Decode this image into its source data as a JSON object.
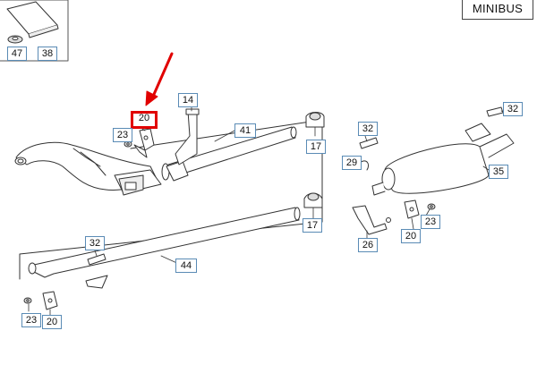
{
  "variant_label": "MINIBUS",
  "colors": {
    "line": "#333333",
    "callout_border": "#5a8bb5",
    "highlight": "#e10000"
  },
  "part_numbers": {
    "inset_seal": "47",
    "inset_panel": "38",
    "bracket_top": "14",
    "rubber_mount_highlighted": "20",
    "nut_upper_left": "23",
    "front_pipe": "41",
    "clamp_upper": "17",
    "hanger_right_upper": "32",
    "hanger_right_top": "32",
    "clip": "29",
    "rear_silencer": "35",
    "clamp_lower": "17",
    "bracket_right": "26",
    "nut_right": "23",
    "rubber_mount_right": "20",
    "hanger_lower": "32",
    "middle_pipe": "44",
    "nut_lower_left": "23",
    "rubber_mount_lower_left": "20"
  }
}
